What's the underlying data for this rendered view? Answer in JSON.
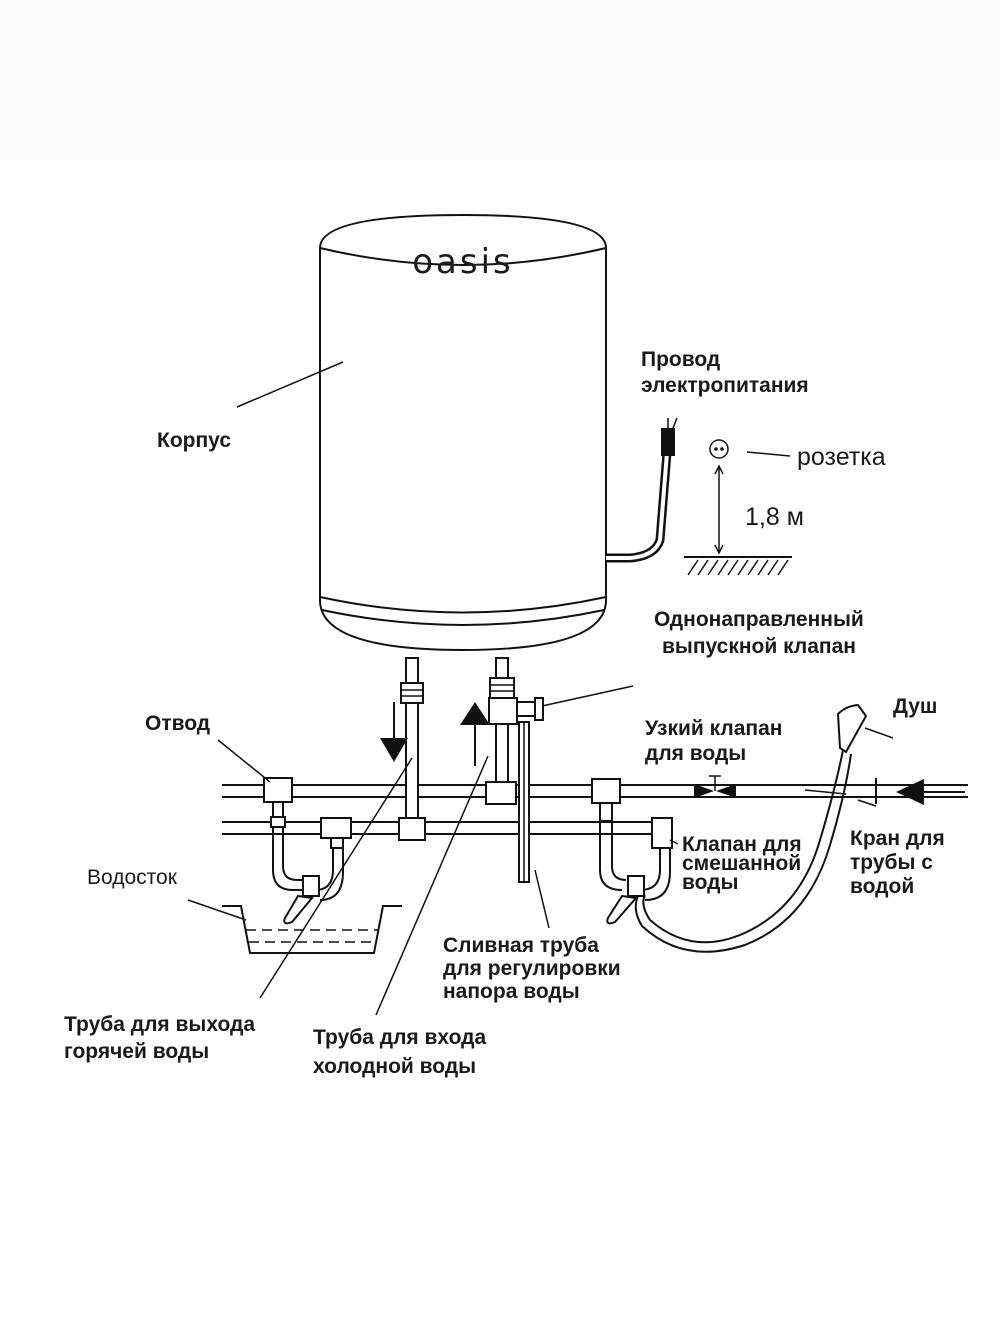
{
  "brand": "oasis",
  "labels": {
    "body": "Корпус",
    "power_cord": [
      "Провод",
      "электропитания"
    ],
    "socket": "розетка",
    "height": "1,8 м",
    "check_valve": [
      "Однонаправленный",
      "выпускной клапан"
    ],
    "tee": "Отвод",
    "shower": "Душ",
    "narrow_valve": [
      "Узкий клапан",
      "для воды"
    ],
    "mixer_valve": [
      "Клапан для",
      "смешанной",
      "воды"
    ],
    "supply_valve": [
      "Кран для",
      "трубы с",
      "водой"
    ],
    "drain": "Водосток",
    "drain_pipe": [
      "Сливная труба",
      "для регулировки",
      "напора воды"
    ],
    "hot_outlet": [
      "Труба для выхода",
      "горячей воды"
    ],
    "cold_inlet": [
      "Труба для входа",
      "холодной воды"
    ]
  }
}
